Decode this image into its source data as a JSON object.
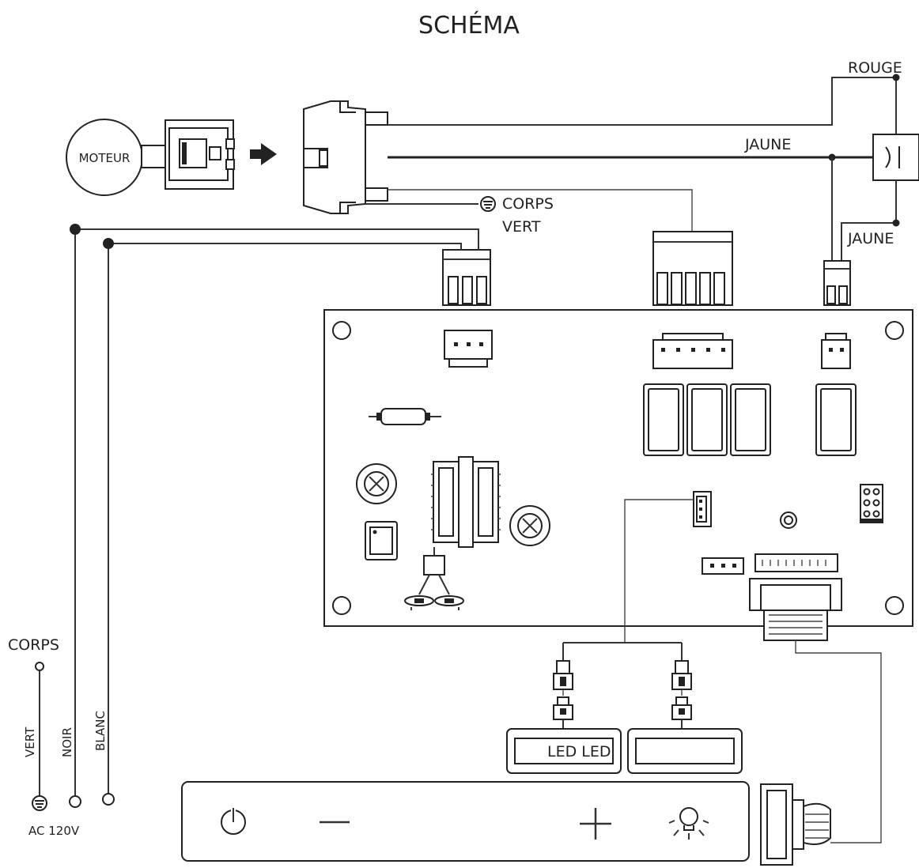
{
  "title": "SCHÉMA",
  "labels": {
    "moteur": "MOTEUR",
    "rouge": "ROUGE",
    "jaune_top": "JAUNE",
    "jaune_right": "JAUNE",
    "corps_top": "CORPS",
    "vert_top": "VERT",
    "corps_left": "CORPS",
    "vert_left": "VERT",
    "noir": "NOIR",
    "blanc": "BLANC",
    "ac": "AC 120V",
    "led": "LED LED"
  },
  "icons": {
    "power": "power-icon",
    "minus": "minus-icon",
    "plus": "plus-icon",
    "light": "light-bulb-icon",
    "ground": "ground-symbol-icon"
  }
}
